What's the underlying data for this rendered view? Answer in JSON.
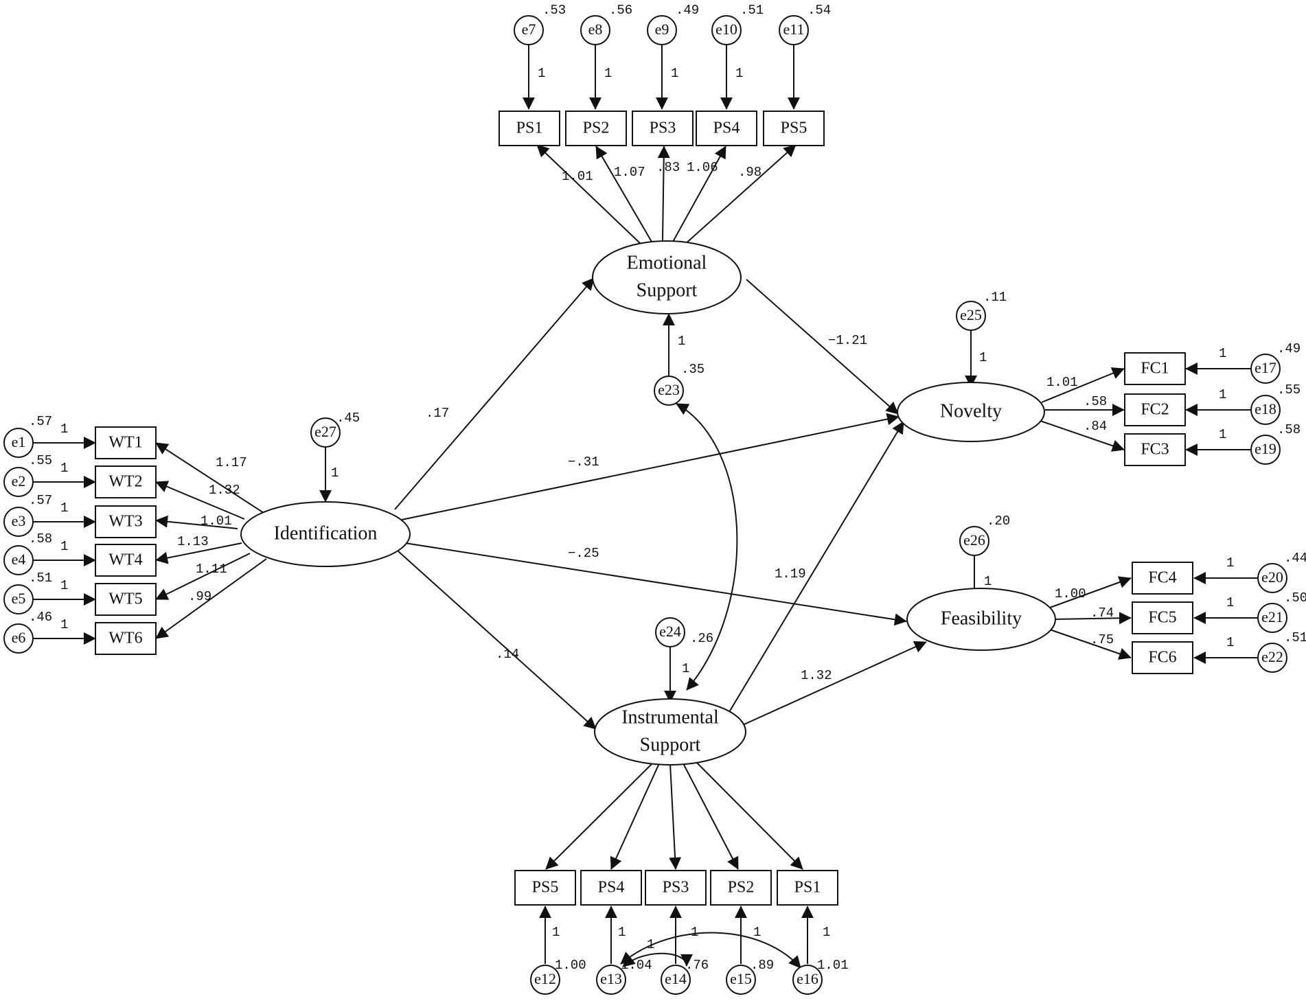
{
  "colors": {
    "stroke": "#111111",
    "background": "#ffffff"
  },
  "latent": {
    "emotional": [
      "Emotional",
      "Support"
    ],
    "identification": [
      "Identification"
    ],
    "novelty": [
      "Novelty"
    ],
    "feasibility": [
      "Feasibility"
    ],
    "instrumental": [
      "Instrumental",
      "Support"
    ]
  },
  "observed": {
    "top": [
      "PS1",
      "PS2",
      "PS3",
      "PS4",
      "PS5"
    ],
    "bottom": [
      "PS5",
      "PS4",
      "PS3",
      "PS2",
      "PS1"
    ],
    "wt": [
      "WT1",
      "WT2",
      "WT3",
      "WT4",
      "WT5",
      "WT6"
    ],
    "fc": [
      "FC1",
      "FC2",
      "FC3",
      "FC4",
      "FC5",
      "FC6"
    ]
  },
  "errors": {
    "top": [
      {
        "name": "e7",
        "variance": ".53",
        "path": "1"
      },
      {
        "name": "e8",
        "variance": ".56",
        "path": "1"
      },
      {
        "name": "e9",
        "variance": ".49",
        "path": "1"
      },
      {
        "name": "e10",
        "variance": ".51",
        "path": "1"
      },
      {
        "name": "e11",
        "variance": ".54",
        "path": ""
      }
    ],
    "wt": [
      {
        "name": "e1",
        "variance": ".57",
        "path": "1"
      },
      {
        "name": "e2",
        "variance": ".55",
        "path": "1"
      },
      {
        "name": "e3",
        "variance": ".57",
        "path": "1"
      },
      {
        "name": "e4",
        "variance": ".58",
        "path": "1"
      },
      {
        "name": "e5",
        "variance": ".51",
        "path": "1"
      },
      {
        "name": "e6",
        "variance": ".46",
        "path": "1"
      }
    ],
    "fc": [
      {
        "name": "e17",
        "variance": ".49",
        "path": "1"
      },
      {
        "name": "e18",
        "variance": ".55",
        "path": "1"
      },
      {
        "name": "e19",
        "variance": ".58",
        "path": "1"
      },
      {
        "name": "e20",
        "variance": ".44",
        "path": "1"
      },
      {
        "name": "e21",
        "variance": ".50",
        "path": "1"
      },
      {
        "name": "e22",
        "variance": ".51",
        "path": "1"
      }
    ],
    "bottom": [
      {
        "name": "e12",
        "variance": "1.00",
        "path": "1"
      },
      {
        "name": "e13",
        "variance": "1.04",
        "path": "1"
      },
      {
        "name": "e14",
        "variance": ".76",
        "path": "1"
      },
      {
        "name": "e15",
        "variance": ".89",
        "path": "1"
      },
      {
        "name": "e16",
        "variance": "1.01",
        "path": "1"
      }
    ],
    "structural": {
      "e27": {
        "name": "e27",
        "variance": ".45",
        "path": "1"
      },
      "e23": {
        "name": "e23",
        "variance": ".35",
        "path": "1"
      },
      "e24": {
        "name": "e24",
        "variance": ".26",
        "path": "1"
      },
      "e25": {
        "name": "e25",
        "variance": ".11",
        "path": "1"
      },
      "e26": {
        "name": "e26",
        "variance": ".20",
        "path": "1"
      }
    }
  },
  "loadings": {
    "emotional": [
      "1.01",
      "1.07",
      ".83",
      "1.06",
      ".98"
    ],
    "wt": [
      "1.17",
      "1.32",
      "1.01",
      "1.13",
      "1.11",
      ".99"
    ],
    "novelty": [
      "1.01",
      ".58",
      ".84"
    ],
    "feasibility": [
      "1.00",
      ".74",
      ".75"
    ]
  },
  "paths": {
    "id_emotional": ".17",
    "id_instrumental": ".14",
    "id_novelty": "−.31",
    "id_feasibility": "−.25",
    "emotional_novelty": "−1.21",
    "instrumental_novelty": "1.19",
    "instrumental_feasibility": "1.32"
  },
  "bottom_cov_labels": [
    "1",
    "1"
  ]
}
